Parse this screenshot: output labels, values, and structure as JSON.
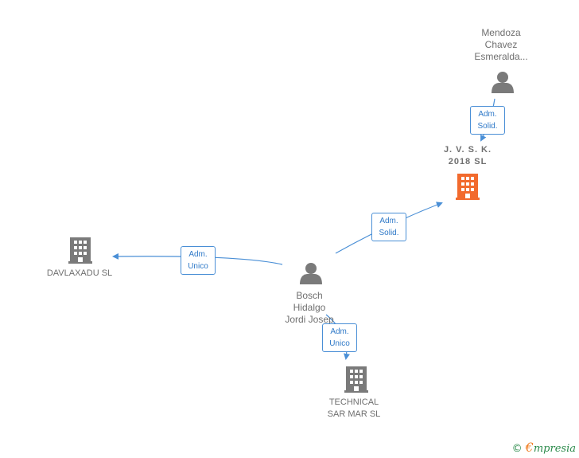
{
  "nodes": {
    "mendoza": {
      "name": "Mendoza\nChavez\nEsmeralda...",
      "type": "person"
    },
    "jvsk": {
      "name": "J. V. S. K.\n2018 SL",
      "type": "company",
      "highlight": true,
      "color": "#f26a2d"
    },
    "davlaxadu": {
      "name": "DAVLAXADU SL",
      "type": "company"
    },
    "bosch": {
      "name": "Bosch\nHidalgo\nJordi Josep",
      "type": "person"
    },
    "technical": {
      "name": "TECHNICAL\nSAR MAR SL",
      "type": "company"
    }
  },
  "relations": {
    "mendoza_jvsk": {
      "line1": "Adm.",
      "line2": "Solid."
    },
    "bosch_jvsk": {
      "line1": "Adm.",
      "line2": "Solid."
    },
    "bosch_davlaxadu": {
      "line1": "Adm.",
      "line2": "Unico"
    },
    "bosch_technical": {
      "line1": "Adm.",
      "line2": "Unico"
    }
  },
  "colors": {
    "edge": "#4a8fd6",
    "icon_gray": "#7a7a7a",
    "icon_highlight": "#f26a2d"
  },
  "footer": {
    "copyright": "©",
    "brand_initial": "€",
    "brand_rest": "mpresia"
  }
}
